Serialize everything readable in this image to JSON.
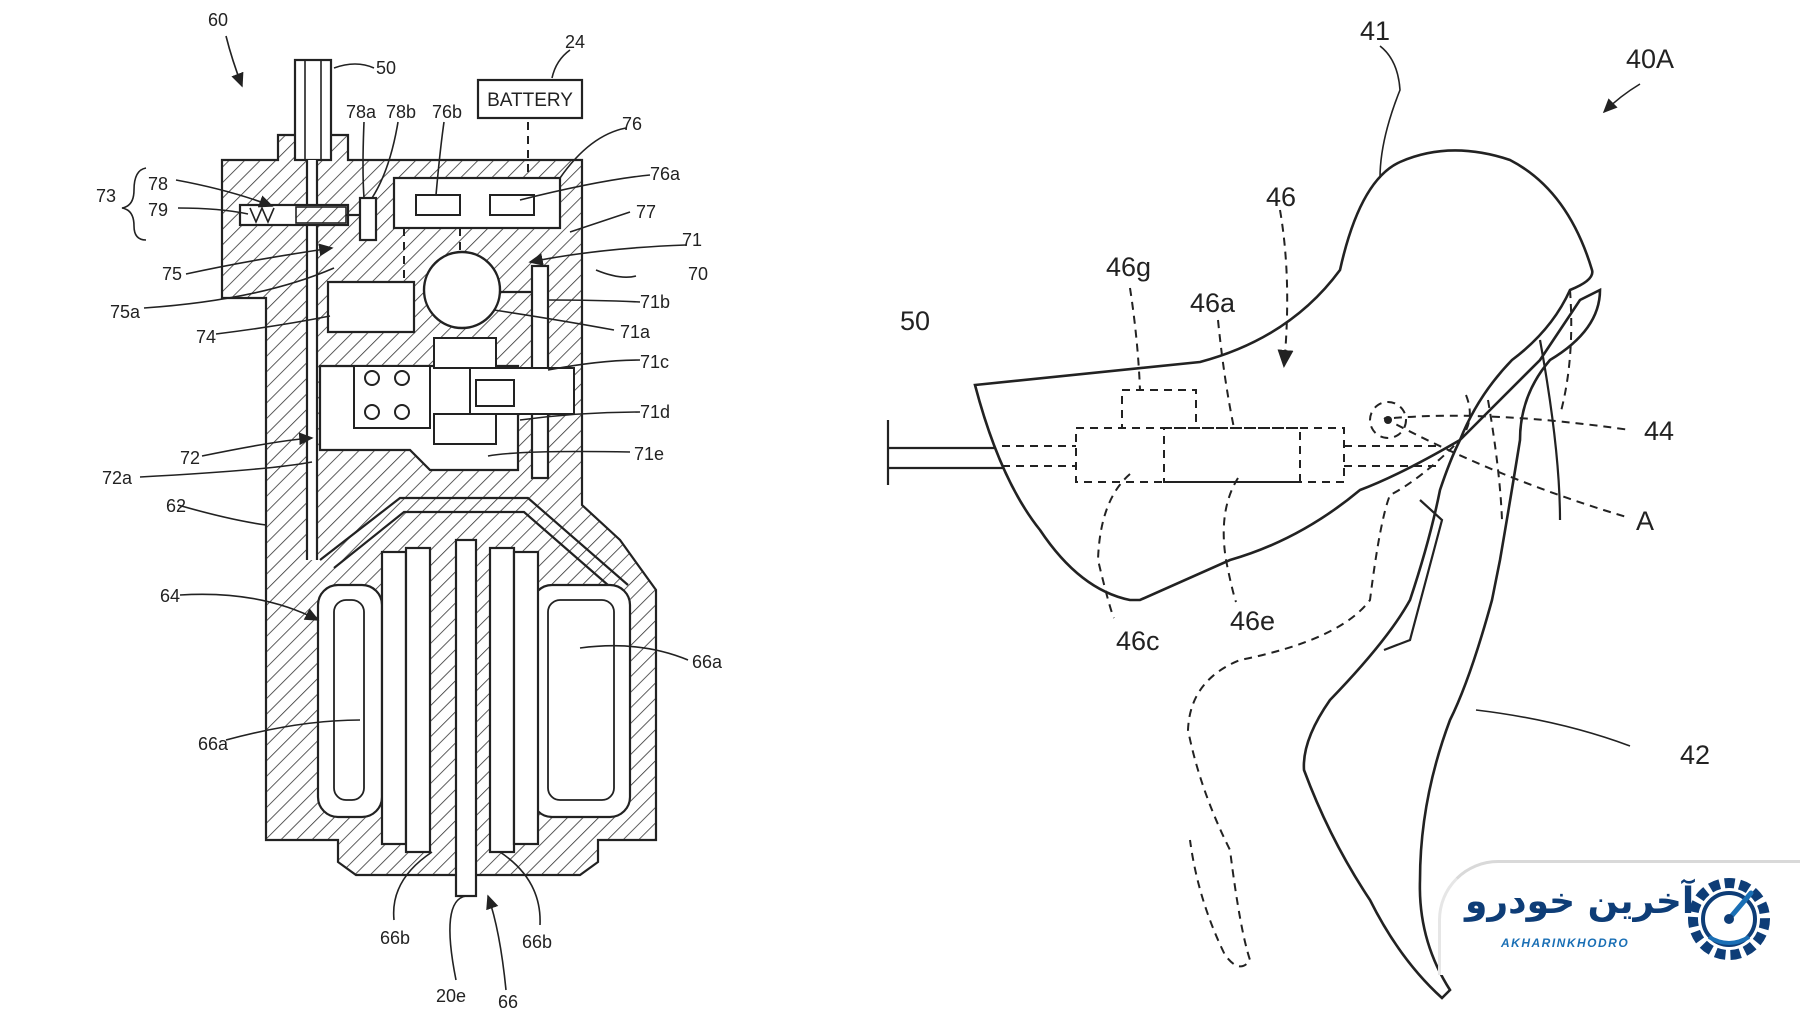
{
  "left_figure": {
    "ref": "60",
    "battery_label": "BATTERY",
    "labels": {
      "n50": "50",
      "n24": "24",
      "n78a": "78a",
      "n78b": "78b",
      "n76b": "76b",
      "n76": "76",
      "n76a": "76a",
      "n77": "77",
      "n71": "71",
      "n70": "70",
      "n73": "73",
      "n78": "78",
      "n79": "79",
      "n75": "75",
      "n75a": "75a",
      "n74": "74",
      "n71b": "71b",
      "n71a": "71a",
      "n71c": "71c",
      "n71d": "71d",
      "n71e": "71e",
      "n72": "72",
      "n72a": "72a",
      "n62": "62",
      "n64": "64",
      "n66a_r": "66a",
      "n66a_l": "66a",
      "n66b_l": "66b",
      "n66b_r": "66b",
      "n20e": "20e",
      "n66": "66"
    }
  },
  "right_figure": {
    "ref": "40A",
    "labels": {
      "n41": "41",
      "n46": "46",
      "n46g": "46g",
      "n46a": "46a",
      "n50": "50",
      "n44": "44",
      "nA": "A",
      "n46c": "46c",
      "n46e": "46e",
      "n42": "42"
    }
  },
  "watermark": {
    "text_fa": "آخرین خودرو",
    "text_en": "AKHARINKHODRO",
    "icon": "gear-speedometer-icon",
    "colors": {
      "primary": "#0e3d77",
      "accent": "#1a6fb5"
    }
  }
}
